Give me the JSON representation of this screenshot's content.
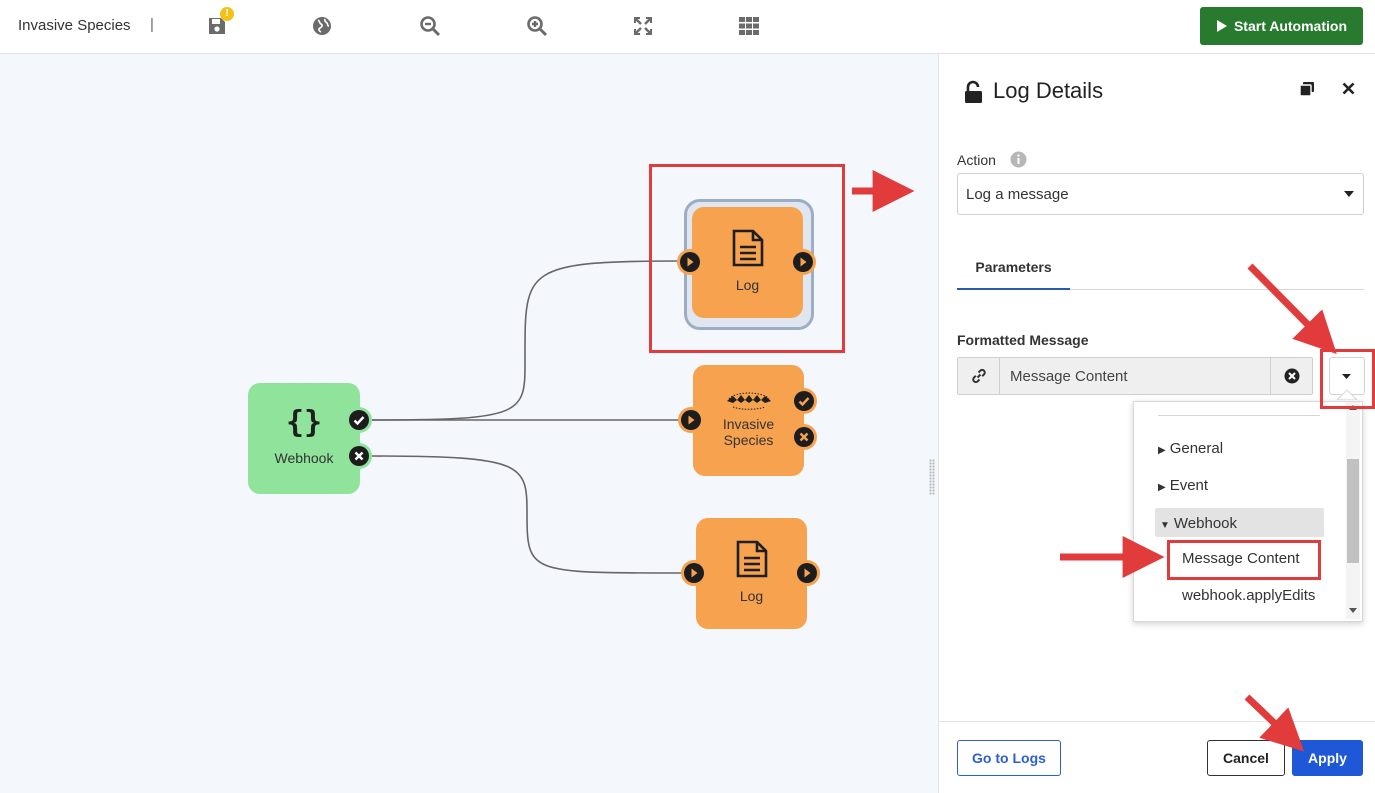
{
  "topbar": {
    "project_title": "Invasive Species",
    "separator": "|",
    "icons": [
      "save-icon",
      "globe-icon",
      "zoom-out-icon",
      "zoom-in-icon",
      "fit-screen-icon",
      "grid-icon"
    ],
    "save_badge": "!",
    "start_label": "Start Automation",
    "start_color": "#287a2e"
  },
  "canvas": {
    "nodes": {
      "webhook": {
        "label": "Webhook",
        "color": "#8fe39b"
      },
      "log_top": {
        "label": "Log",
        "color": "#f6a24f"
      },
      "invasive": {
        "label_line1": "Invasive",
        "label_line2": "Species",
        "color": "#f6a24f"
      },
      "log_bottom": {
        "label": "Log",
        "color": "#f6a24f"
      }
    }
  },
  "panel": {
    "title": "Log Details",
    "action_label": "Action",
    "action_value": "Log a message",
    "tab_parameters": "Parameters",
    "formatted_message_label": "Formatted Message",
    "message_value": "Message Content",
    "dropdown": {
      "items": [
        {
          "label": "General",
          "expanded": false
        },
        {
          "label": "Event",
          "expanded": false
        },
        {
          "label": "Webhook",
          "expanded": true
        },
        {
          "label": "Message Content"
        },
        {
          "label": "webhook.applyEdits"
        }
      ]
    },
    "footer": {
      "go_to_logs": "Go to Logs",
      "cancel": "Cancel",
      "apply": "Apply"
    },
    "accent_color": "#1f58d6"
  },
  "annotation_color": "#e23b3b"
}
